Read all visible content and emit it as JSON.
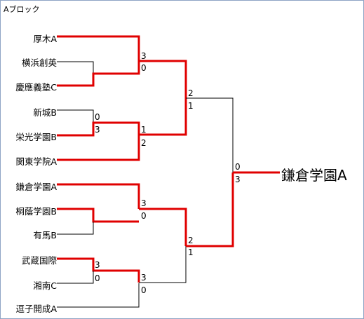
{
  "title": "Aブロック",
  "colors": {
    "win": "#e00000",
    "lose": "#000000"
  },
  "teams": [
    {
      "name": "厚木A"
    },
    {
      "name": "横浜創英"
    },
    {
      "name": "慶應義塾C"
    },
    {
      "name": "新城B"
    },
    {
      "name": "栄光学園B"
    },
    {
      "name": "関東学院A"
    },
    {
      "name": "鎌倉学園A"
    },
    {
      "name": "桐蔭学園B"
    },
    {
      "name": "有馬B"
    },
    {
      "name": "武蔵国際"
    },
    {
      "name": "湘南C"
    },
    {
      "name": "逗子開成A"
    }
  ],
  "matches": [
    {
      "id": "r1a",
      "top": "新城B",
      "bottom": "栄光学園B",
      "score_top": "0",
      "score_bottom": "3"
    },
    {
      "id": "r1b",
      "top": "武蔵国際",
      "bottom": "湘南C",
      "score_top": "3",
      "score_bottom": "0"
    },
    {
      "id": "r2a",
      "top": "厚木A",
      "bottom": "慶應義塾C",
      "score_top": "3",
      "score_bottom": "0"
    },
    {
      "id": "r2b",
      "top": "栄光学園B",
      "bottom": "関東学院A",
      "score_top": "1",
      "score_bottom": "2"
    },
    {
      "id": "r2c",
      "top": "鎌倉学園A",
      "bottom": "桐蔭学園B",
      "score_top": "3",
      "score_bottom": "0"
    },
    {
      "id": "r2d",
      "top": "武蔵国際",
      "bottom": "逗子開成A",
      "score_top": "3",
      "score_bottom": "0"
    },
    {
      "id": "sf1",
      "top": "厚木A",
      "bottom": "関東学院A",
      "score_top": "2",
      "score_bottom": "1"
    },
    {
      "id": "sf2",
      "top": "鎌倉学園A",
      "bottom": "武蔵国際",
      "score_top": "2",
      "score_bottom": "1"
    },
    {
      "id": "final",
      "top": "厚木A",
      "bottom": "鎌倉学園A",
      "score_top": "0",
      "score_bottom": "3"
    }
  ],
  "winner": "鎌倉学園A"
}
